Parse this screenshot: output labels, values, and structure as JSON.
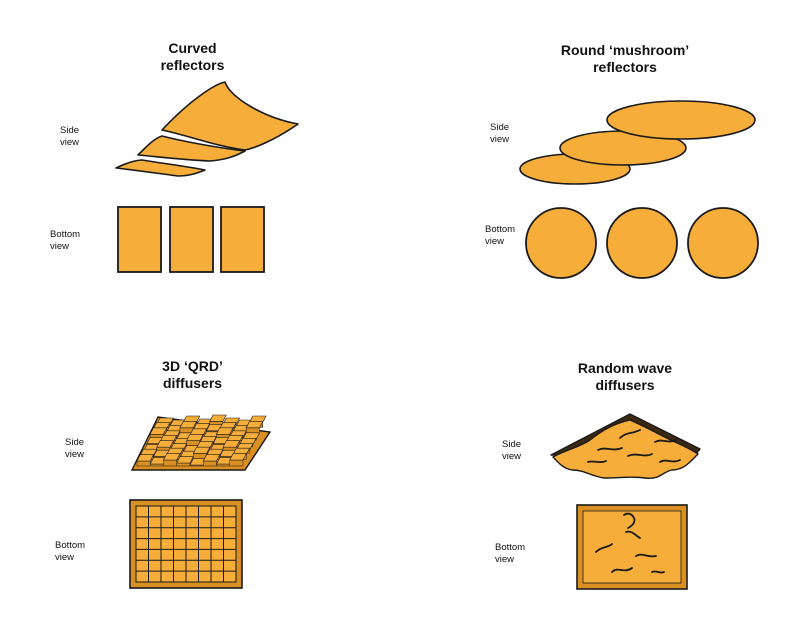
{
  "panels": {
    "curved": {
      "title": "Curved\nreflectors",
      "side_label": "Side\nview",
      "bottom_label": "Bottom\nview"
    },
    "mushroom": {
      "title": "Round ‘mushroom’\nreflectors",
      "side_label": "Side\nview",
      "bottom_label": "Bottom\nview"
    },
    "qrd": {
      "title": "3D ‘QRD’\ndiffusers",
      "side_label": "Side\nview",
      "bottom_label": "Bottom\nview"
    },
    "wave": {
      "title": "Random wave\ndiffusers",
      "side_label": "Side\nview",
      "bottom_label": "Bottom\nview"
    }
  },
  "colors": {
    "fill": "#F6AD3A",
    "fill_dark": "#D98F22",
    "outline": "#1a1a1a"
  }
}
